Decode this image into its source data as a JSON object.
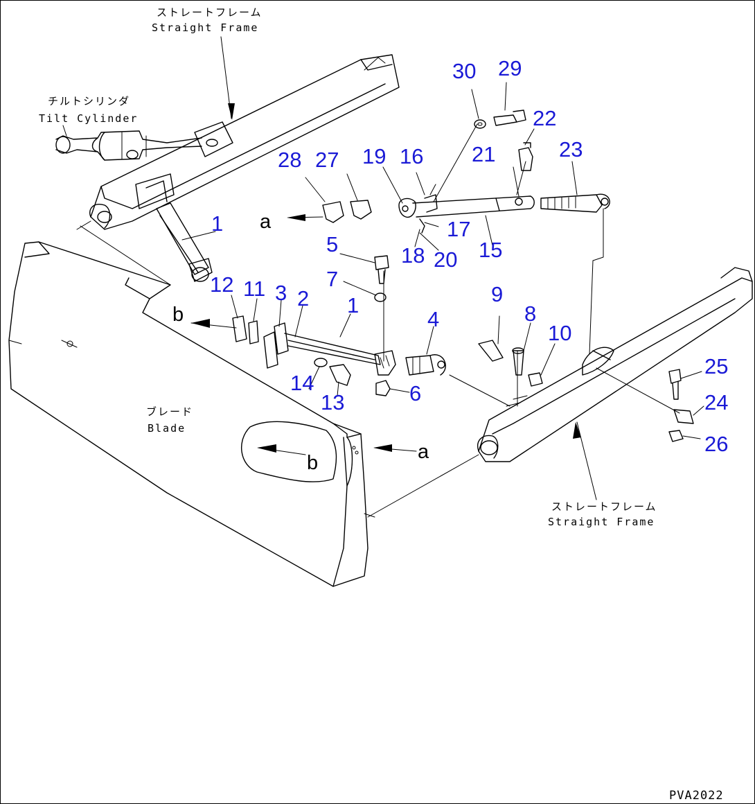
{
  "diagram": {
    "labels": {
      "top_frame_jp": "ストレートフレーム",
      "top_frame_en": "Straight Frame",
      "tilt_cylinder_jp": "チルトシリンダ",
      "tilt_cylinder_en": "Tilt Cylinder",
      "blade_jp": "ブレード",
      "blade_en": "Blade",
      "right_frame_jp": "ストレートフレーム",
      "right_frame_en": "Straight Frame",
      "drawing_code": "PVA2022"
    },
    "parts": [
      {
        "id": "p1a",
        "number": "1"
      },
      {
        "id": "p1b",
        "number": "1"
      },
      {
        "id": "p2",
        "number": "2"
      },
      {
        "id": "p3",
        "number": "3"
      },
      {
        "id": "p4",
        "number": "4"
      },
      {
        "id": "p5",
        "number": "5"
      },
      {
        "id": "p6",
        "number": "6"
      },
      {
        "id": "p7",
        "number": "7"
      },
      {
        "id": "p8",
        "number": "8"
      },
      {
        "id": "p9",
        "number": "9"
      },
      {
        "id": "p10",
        "number": "10"
      },
      {
        "id": "p11",
        "number": "11"
      },
      {
        "id": "p12",
        "number": "12"
      },
      {
        "id": "p13",
        "number": "13"
      },
      {
        "id": "p14",
        "number": "14"
      },
      {
        "id": "p15",
        "number": "15"
      },
      {
        "id": "p16",
        "number": "16"
      },
      {
        "id": "p17",
        "number": "17"
      },
      {
        "id": "p18",
        "number": "18"
      },
      {
        "id": "p19",
        "number": "19"
      },
      {
        "id": "p20",
        "number": "20"
      },
      {
        "id": "p21",
        "number": "21"
      },
      {
        "id": "p22",
        "number": "22"
      },
      {
        "id": "p23",
        "number": "23"
      },
      {
        "id": "p24",
        "number": "24"
      },
      {
        "id": "p25",
        "number": "25"
      },
      {
        "id": "p26",
        "number": "26"
      },
      {
        "id": "p27",
        "number": "27"
      },
      {
        "id": "p28",
        "number": "28"
      },
      {
        "id": "p29",
        "number": "29"
      },
      {
        "id": "p30",
        "number": "30"
      }
    ],
    "view_refs": {
      "a_upper": "a",
      "a_lower": "a",
      "b_left": "b",
      "b_blade": "b"
    }
  }
}
